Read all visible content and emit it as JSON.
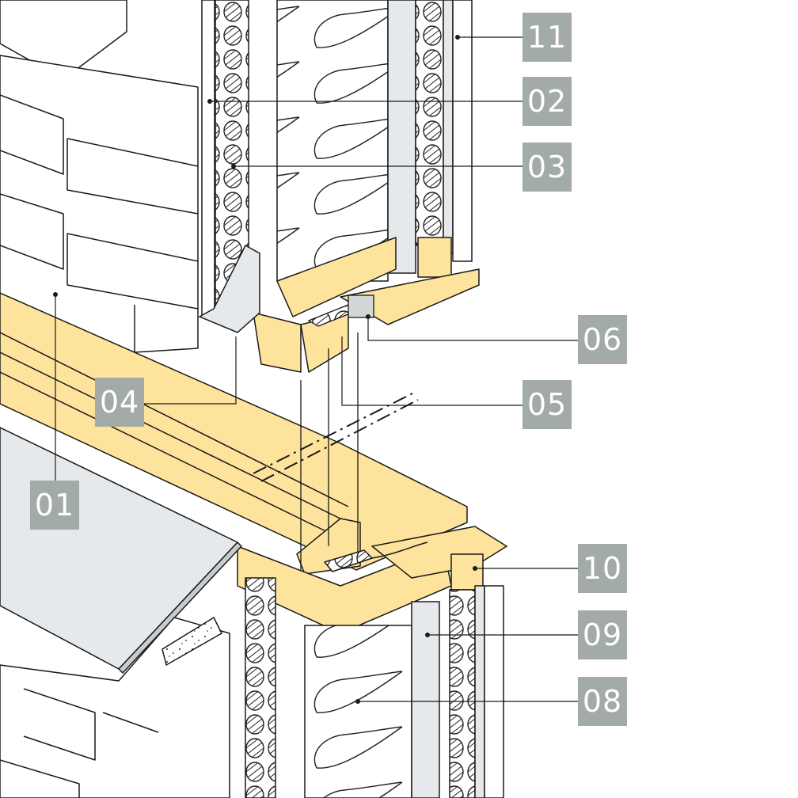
{
  "callouts": {
    "c01": "01",
    "c02": "02",
    "c03": "03",
    "c04": "04",
    "c05": "05",
    "c06": "06",
    "c08": "08",
    "c09": "09",
    "c10": "10",
    "c11": "11"
  },
  "colors": {
    "timber": "#fde39b",
    "label_box": "#a3aba6",
    "membrane": "#e6e9eb",
    "line": "#1a1a1a"
  }
}
